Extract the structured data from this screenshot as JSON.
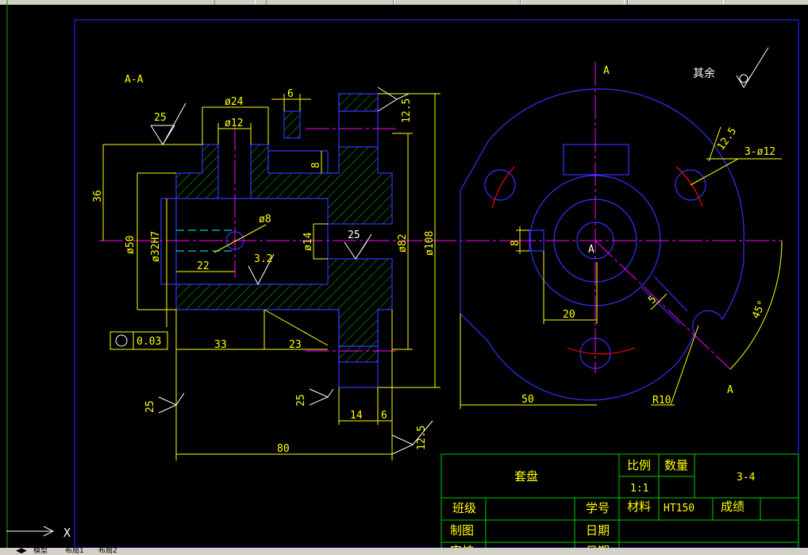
{
  "section_label": "A-A",
  "view_label_top": "A",
  "view_label_center": "A",
  "view_label_arrow": "A",
  "roughness_note": "其余",
  "roughness": {
    "r25a": "25",
    "r125top": "12.5",
    "r125side": "12.5",
    "r32": "3.2",
    "r25b": "25",
    "r25c": "25",
    "r25d": "25",
    "r125bottom": "12.5"
  },
  "dims": {
    "d24": "ø24",
    "six_top": "6",
    "d12": "ø12",
    "eight_side": "8",
    "thirty_six": "36",
    "d8": "ø8",
    "d50": "ø50",
    "d32h7": "ø32H7",
    "d14": "ø14",
    "d82": "ø82",
    "d108": "ø108",
    "twenty_two": "22",
    "thirty_three": "33",
    "twenty_three": "23",
    "fourteen": "14",
    "six_bottom": "6",
    "eighty": "80",
    "tol_value": "0.03",
    "holes": "3-ø12",
    "eight_key": "8",
    "twenty": "20",
    "five": "5",
    "fifty": "50",
    "r10": "R10",
    "angle": "45°"
  },
  "title_block": {
    "part_name": "套盘",
    "scale_label": "比例",
    "qty_label": "数量",
    "scale_value": "1:1",
    "drawing_no": "3-4",
    "class_label": "班级",
    "student_no_label": "学号",
    "material_label": "材料",
    "material_value": "HT150",
    "grade_label": "成绩",
    "drawn_label": "制图",
    "date_label": "日期",
    "check_label": "审核",
    "date_label2": "日期"
  },
  "tabs": {
    "model": "模型",
    "layout1": "布局1",
    "layout2": "布局2"
  },
  "ucs": "X"
}
